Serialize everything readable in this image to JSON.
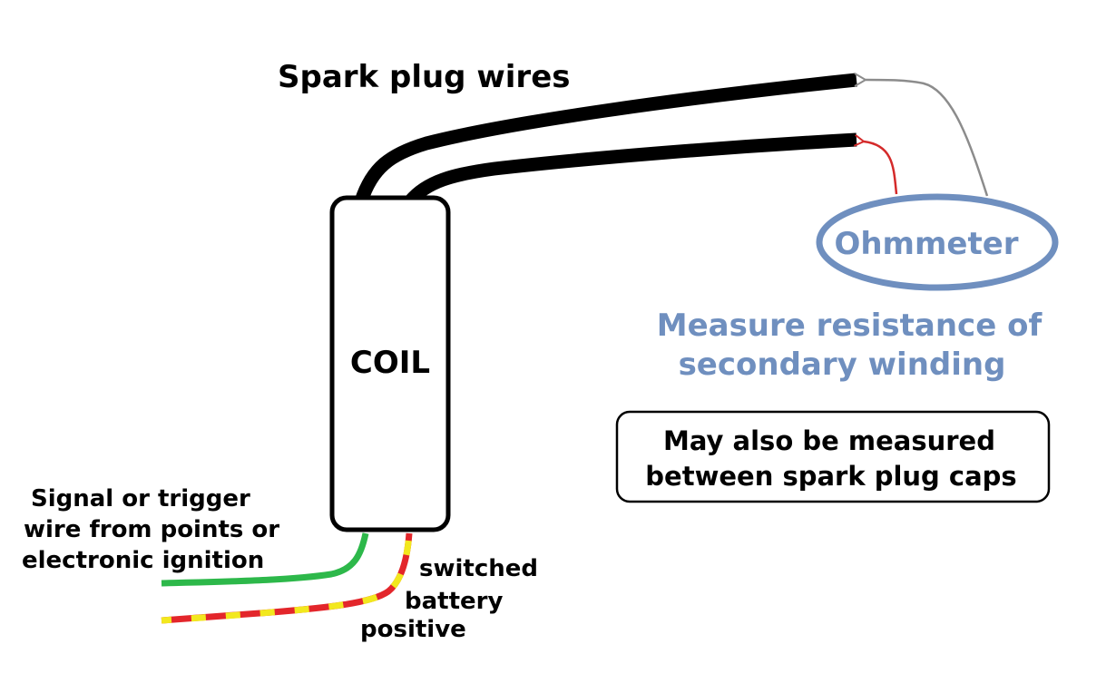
{
  "labels": {
    "spark_plug_wires": "Spark plug wires",
    "coil": "COIL",
    "ohmmeter": "Ohmmeter",
    "measure_line1": "Measure resistance of",
    "measure_line2": "secondary winding",
    "note_line1": "May also be measured",
    "note_line2": "between spark plug caps",
    "signal_line1": "Signal or trigger",
    "signal_line2": "wire from points or",
    "signal_line3": "electronic ignition",
    "battery_line1": "switched",
    "battery_line2": "battery",
    "battery_line3": "positive"
  },
  "colors": {
    "wire": "#000000",
    "ohmmeter_blue": "#6f8fbf",
    "red_probe": "#d42a2a",
    "gray_probe": "#8c8c8c",
    "signal_green": "#2db84a",
    "battery_red": "#e3262b",
    "battery_yellow": "#f2e81e"
  }
}
